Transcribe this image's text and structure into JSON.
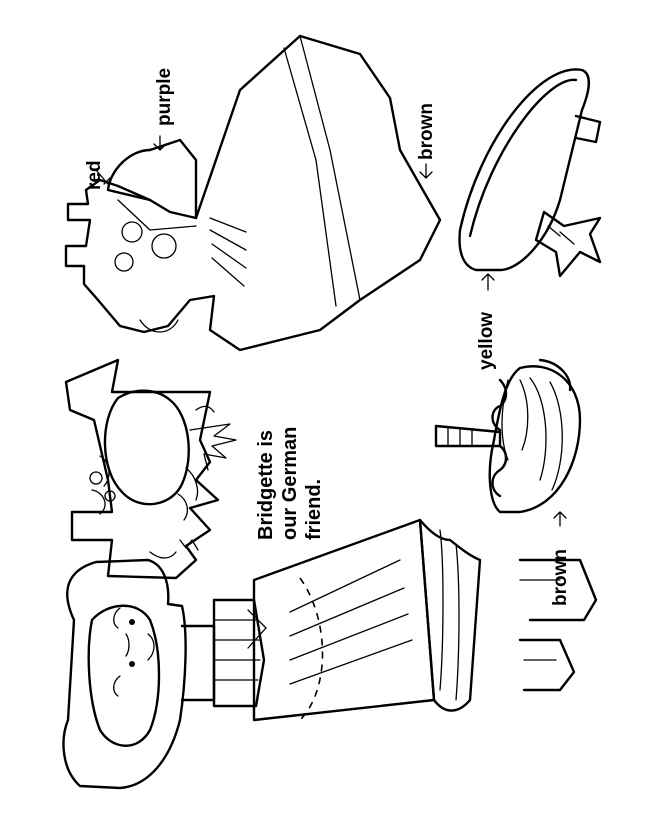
{
  "caption": {
    "line1": "Bridgette is",
    "line2": "our German",
    "line3": "friend."
  },
  "color_labels": {
    "red": "red",
    "purple": "purple",
    "brown_dress": "brown",
    "yellow_hat": "yellow",
    "brown_basket": "brown"
  }
}
